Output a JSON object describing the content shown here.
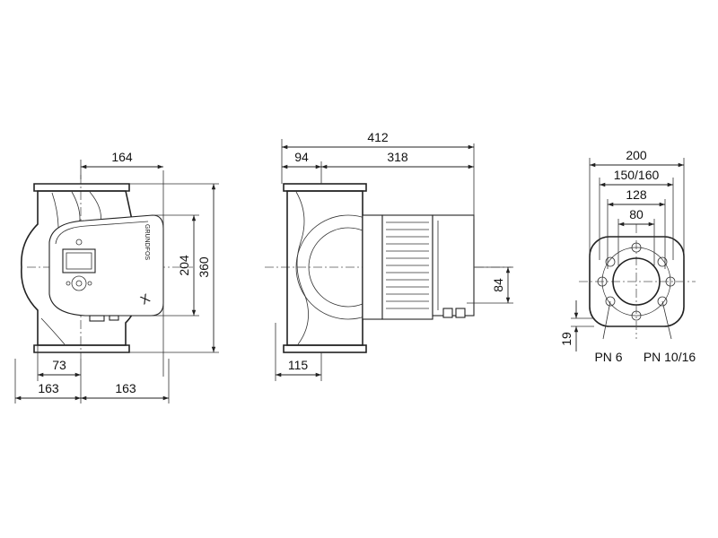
{
  "dimensions": {
    "front_width_top": "164",
    "front_height_inner": "204",
    "front_height_total": "360",
    "front_left_offset": "73",
    "front_left_half": "163",
    "front_right_half": "163",
    "side_total_length": "412",
    "side_body_left": "94",
    "side_motor_length": "318",
    "side_axis_height": "84",
    "side_flange_offset": "115",
    "flange_outer_dia": "200",
    "flange_bolt_circle": "150/160",
    "flange_mid_dia": "128",
    "flange_bore_dia": "80",
    "flange_thickness": "19"
  },
  "labels": {
    "pn_low": "PN 6",
    "pn_high": "PN 10/16",
    "brand_text": "GRUNDFOS"
  },
  "colors": {
    "line": "#222222",
    "fill": "#d9d9d9",
    "background": "#ffffff"
  }
}
